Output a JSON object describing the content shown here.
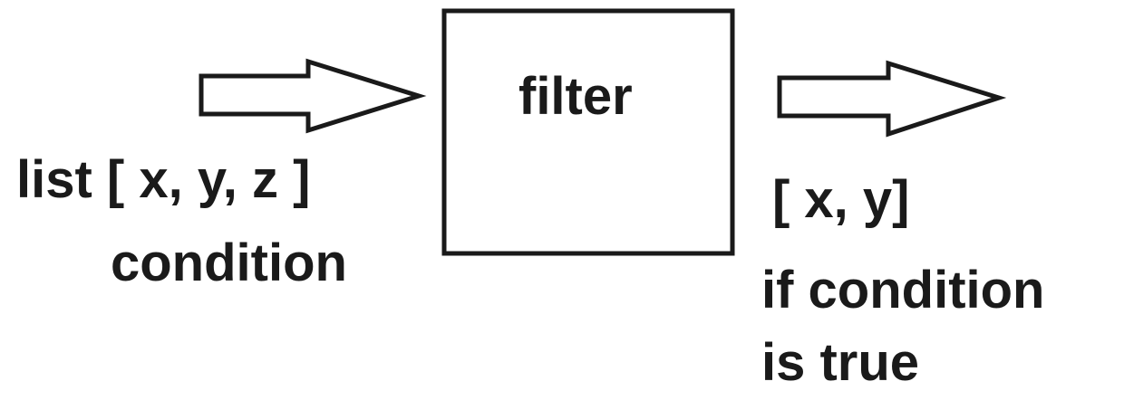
{
  "filter_box": {
    "label": "filter"
  },
  "input": {
    "list_label": "list [ x, y, z ]",
    "condition_label": "condition"
  },
  "output": {
    "list_label": "[ x, y]",
    "description_line1": "if condition",
    "description_line2": "is true"
  },
  "colors": {
    "stroke": "#1a1a1a",
    "text": "#1a1a1a",
    "background": "#ffffff"
  }
}
